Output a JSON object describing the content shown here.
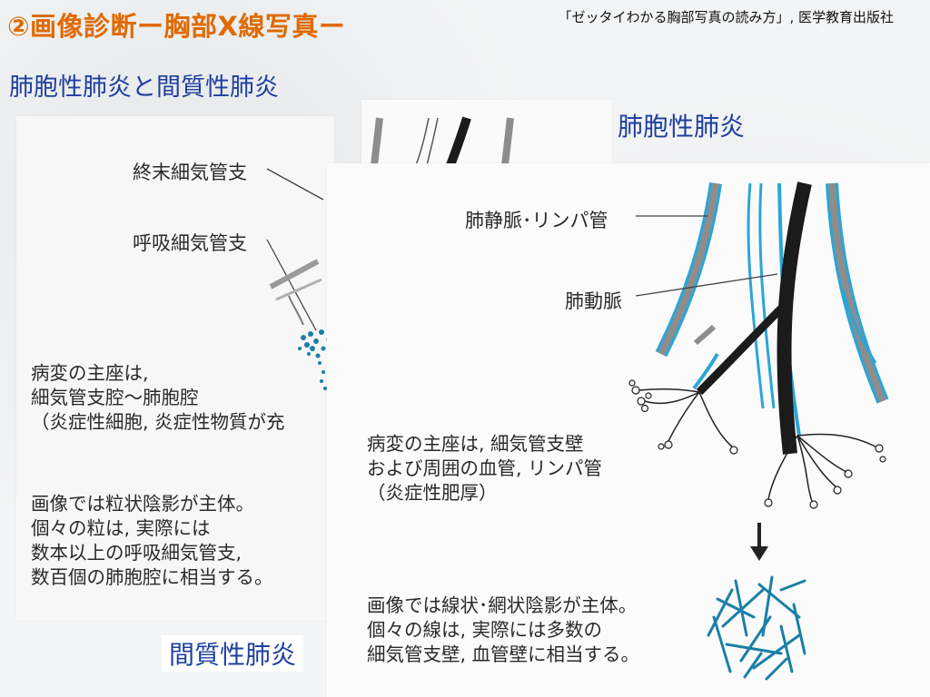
{
  "header": {
    "title": "②画像診断ー胸部X線写真ー",
    "citation": "「ゼッタイわかる胸部写真の読み方」, 医学教育出版社"
  },
  "subtitle": "肺胞性肺炎と間質性肺炎",
  "left": {
    "terminal_bronchiole": "終末細気管支",
    "respiratory_bronchiole": "呼吸細気管支",
    "lesion_site": [
      "病変の主座は,",
      "細気管支腔〜肺胞腔",
      "（炎症性細胞, 炎症性物質が充"
    ],
    "imaging": [
      "画像では粒状陰影が主体。",
      "個々の粒は, 実際には",
      "数本以上の呼吸細気管支,",
      "数百個の肺胞腔に相当する。"
    ],
    "title": "間質性肺炎"
  },
  "right": {
    "title": "肺胞性肺炎",
    "vein_lymph": "肺静脈･リンパ管",
    "artery": "肺動脈",
    "lesion_site": [
      "病変の主座は, 細気管支壁",
      "および周囲の血管, リンパ管",
      "（炎症性肥厚）"
    ],
    "imaging": [
      "画像では線状･網状陰影が主体。",
      "個々の線は, 実際には多数の",
      "細気管支壁, 血管壁に相当する。"
    ]
  },
  "colors": {
    "title_orange": "#e06a00",
    "heading_blue": "#1d3fa0",
    "vessel_blue": "#2aa6d6",
    "vessel_gray": "#8d8d8d",
    "vessel_black": "#1b1b1b",
    "mesh_teal": "#1b7fa6"
  }
}
